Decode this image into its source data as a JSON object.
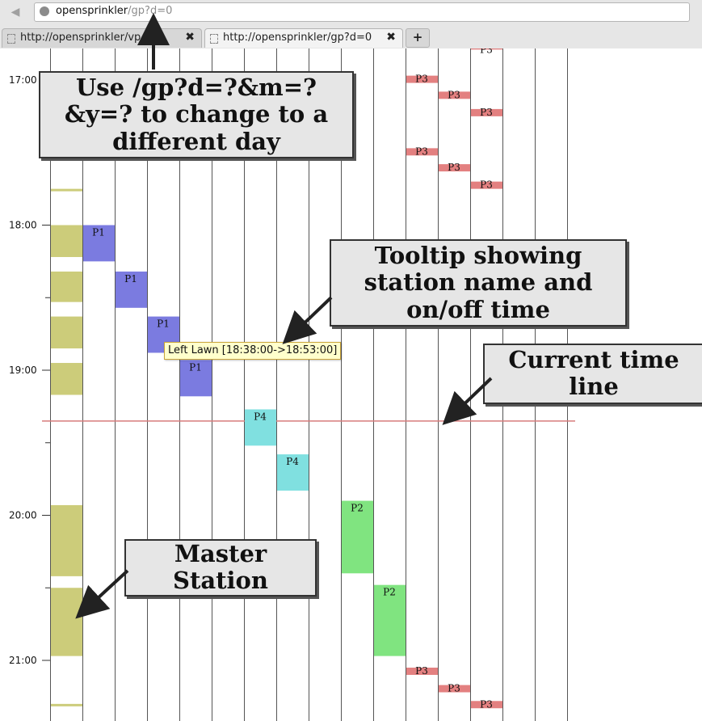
{
  "browser": {
    "url_host": "opensprinkler",
    "url_path": "/gp?d=0",
    "tabs": [
      {
        "title": "http://opensprinkler/vp",
        "close": "✖"
      },
      {
        "title": "http://opensprinkler/gp?d=0",
        "close": "✖"
      }
    ],
    "new_tab_label": "+",
    "back_label": "◀"
  },
  "annotations": {
    "change_day": "Use /gp?d=?&m=?&y=? to change to a different day",
    "tooltip_callout": "Tooltip showing station name and on/off time",
    "current_time": "Current time line",
    "master_station": "Master Station"
  },
  "tooltip": {
    "text": "Left Lawn [18:38:00->18:53:00]"
  },
  "chart_data": {
    "type": "gantt",
    "time_labels": [
      "17:00",
      "18:00",
      "19:00",
      "20:00",
      "21:00"
    ],
    "visible_range_hours": [
      16.77,
      21.45
    ],
    "station_columns": 16,
    "colors": {
      "master": "#cccc7a",
      "P1": "#7b7be0",
      "P2": "#80e480",
      "P3": "#e38080",
      "P4": "#80e0e0",
      "current_time_line": "#d77b7b",
      "column_line": "#555555"
    },
    "current_time": 19.35,
    "blocks": [
      {
        "col": 0,
        "start": 17.75,
        "end": 17.76,
        "prog": ""
      },
      {
        "col": 0,
        "start": 18.0,
        "end": 18.22,
        "prog": ""
      },
      {
        "col": 0,
        "start": 18.32,
        "end": 18.53,
        "prog": ""
      },
      {
        "col": 0,
        "start": 18.63,
        "end": 18.85,
        "prog": ""
      },
      {
        "col": 0,
        "start": 18.95,
        "end": 19.17,
        "prog": ""
      },
      {
        "col": 0,
        "start": 19.93,
        "end": 20.42,
        "prog": ""
      },
      {
        "col": 0,
        "start": 20.5,
        "end": 20.97,
        "prog": ""
      },
      {
        "col": 0,
        "start": 21.3,
        "end": 21.31,
        "prog": ""
      },
      {
        "col": 1,
        "start": 18.0,
        "end": 18.25,
        "prog": "P1"
      },
      {
        "col": 2,
        "start": 18.32,
        "end": 18.57,
        "prog": "P1"
      },
      {
        "col": 3,
        "start": 18.63,
        "end": 18.88,
        "prog": "P1"
      },
      {
        "col": 4,
        "start": 18.93,
        "end": 19.18,
        "prog": "P1"
      },
      {
        "col": 6,
        "start": 19.27,
        "end": 19.52,
        "prog": "P4"
      },
      {
        "col": 7,
        "start": 19.58,
        "end": 19.83,
        "prog": "P4"
      },
      {
        "col": 9,
        "start": 19.9,
        "end": 20.4,
        "prog": "P2"
      },
      {
        "col": 10,
        "start": 20.48,
        "end": 20.97,
        "prog": "P2"
      },
      {
        "col": 11,
        "start": 16.97,
        "end": 17.02,
        "prog": "P3"
      },
      {
        "col": 12,
        "start": 17.08,
        "end": 17.13,
        "prog": "P3"
      },
      {
        "col": 13,
        "start": 17.2,
        "end": 17.25,
        "prog": "P3"
      },
      {
        "col": 11,
        "start": 17.47,
        "end": 17.52,
        "prog": "P3"
      },
      {
        "col": 12,
        "start": 17.58,
        "end": 17.63,
        "prog": "P3"
      },
      {
        "col": 13,
        "start": 17.7,
        "end": 17.75,
        "prog": "P3"
      },
      {
        "col": 11,
        "start": 21.05,
        "end": 21.1,
        "prog": "P3"
      },
      {
        "col": 12,
        "start": 21.17,
        "end": 21.22,
        "prog": "P3"
      },
      {
        "col": 13,
        "start": 21.28,
        "end": 21.33,
        "prog": "P3"
      },
      {
        "col": 13,
        "start": 16.77,
        "end": 16.79,
        "prog": "P3"
      }
    ]
  }
}
